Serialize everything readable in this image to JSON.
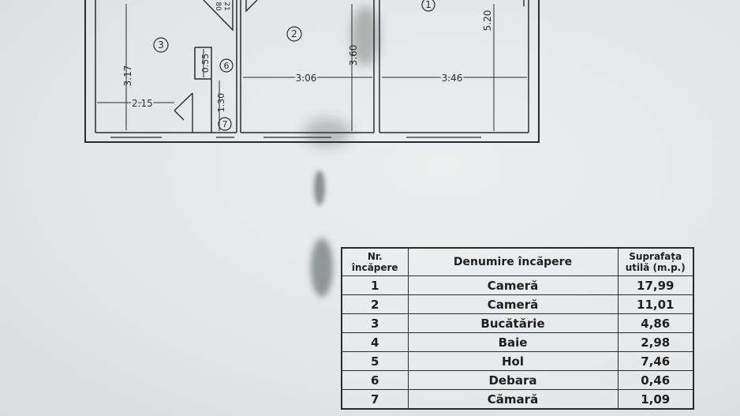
{
  "plan": {
    "dimensions": [
      "3.17",
      "2.15",
      "0.55",
      "1.30",
      "3.06",
      "3.60",
      "3.46",
      "5.20"
    ],
    "room_numbers": [
      "1",
      "2",
      "3",
      "6",
      "7"
    ],
    "door_labels": [
      "80",
      "21"
    ]
  },
  "table": {
    "headers": {
      "nr": [
        "Nr.",
        "încăpere"
      ],
      "name": "Denumire încăpere",
      "area": [
        "Suprafața",
        "utilă (m.p.)"
      ]
    },
    "rows": [
      {
        "nr": "1",
        "name": "Cameră",
        "area": "17,99"
      },
      {
        "nr": "2",
        "name": "Cameră",
        "area": "11,01"
      },
      {
        "nr": "3",
        "name": "Bucătărie",
        "area": "4,86"
      },
      {
        "nr": "4",
        "name": "Baie",
        "area": "2,98"
      },
      {
        "nr": "5",
        "name": "Hol",
        "area": "7,46"
      },
      {
        "nr": "6",
        "name": "Debara",
        "area": "0,46"
      },
      {
        "nr": "7",
        "name": "Cămară",
        "area": "1,09"
      }
    ]
  }
}
